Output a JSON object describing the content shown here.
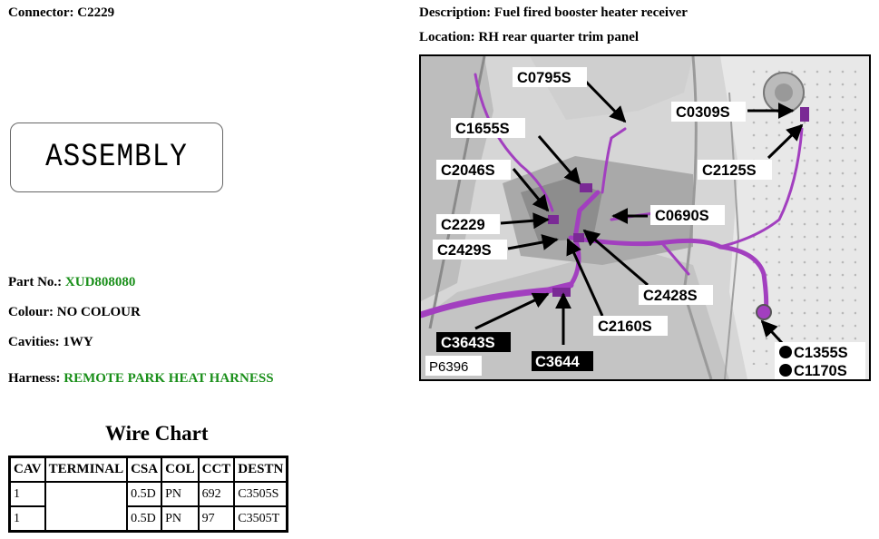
{
  "connector": {
    "label": "Connector:",
    "value": "C2229"
  },
  "description": {
    "label": "Description:",
    "value": "Fuel fired booster heater receiver"
  },
  "location": {
    "label": "Location:",
    "value": "RH rear quarter trim panel"
  },
  "assembly": "ASSEMBLY",
  "part_no": {
    "label": "Part No.:",
    "value": "XUD808080"
  },
  "colour": {
    "label": "Colour:",
    "value": "NO COLOUR"
  },
  "cavities": {
    "label": "Cavities:",
    "value": "1WY"
  },
  "harness": {
    "label": "Harness:",
    "value": "REMOTE PARK HEAT HARNESS"
  },
  "wire_chart": {
    "title": "Wire Chart",
    "headers": [
      "CAV",
      "TERMINAL",
      "CSA",
      "COL",
      "CCT",
      "DESTN"
    ],
    "rows": [
      [
        "1",
        "",
        "0.5D",
        "PN",
        "692",
        "C3505S"
      ],
      [
        "1",
        "",
        "0.5D",
        "PN",
        "97",
        "C3505T"
      ]
    ]
  },
  "photo": {
    "ref": "P6396",
    "callouts": [
      "C0795S",
      "C1655S",
      "C2046S",
      "C2229",
      "C2429S",
      "C0309S",
      "C2125S",
      "C0690S",
      "C2428S",
      "C2160S",
      "C3643S",
      "C3644",
      "C1355S",
      "C1170S"
    ],
    "colors": {
      "harness": "#a23fbf",
      "background": "#dcdcdc",
      "label_dark": "#000000"
    }
  }
}
